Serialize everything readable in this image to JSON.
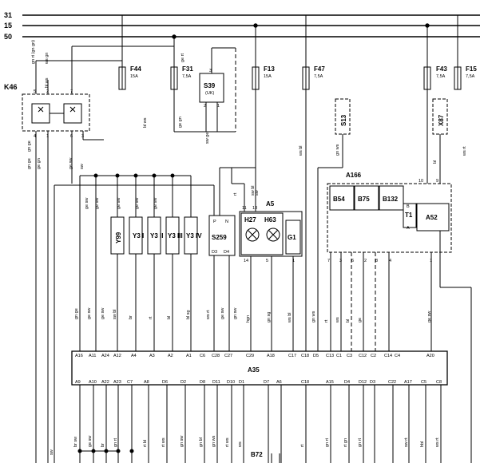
{
  "bus_labels": [
    "31",
    "15",
    "50"
  ],
  "fuses": [
    {
      "name": "F44",
      "rating": "15A"
    },
    {
      "name": "F31",
      "rating": "7,5A"
    },
    {
      "name": "F13",
      "rating": "15A"
    },
    {
      "name": "F47",
      "rating": "7,5A"
    },
    {
      "name": "F43",
      "rating": "7,5A"
    },
    {
      "name": "F15",
      "rating": "7,5A"
    }
  ],
  "components": {
    "k46": "K46",
    "s39": "S39",
    "s39_sub": "(UK)",
    "s13": "S13",
    "x87": "X87",
    "a166": "A166",
    "b54": "B54",
    "b75": "B75",
    "b132": "B132",
    "t1": "T1",
    "a52": "A52",
    "a5": "A5",
    "h27": "H27",
    "h63": "H63",
    "g1": "G1",
    "s259": "S259",
    "y99": "Y99",
    "y3_1": "Y3 I",
    "y3_2": "Y3 II",
    "y3_3": "Y3 III",
    "y3_4": "Y3 IV",
    "a35": "A35",
    "b72": "B72"
  },
  "a35_top_pins": [
    "A16",
    "A11",
    "A24",
    "A12",
    "A4",
    "A3",
    "A2",
    "A1",
    "C6",
    "C28",
    "C27",
    "C29",
    "A18",
    "C17",
    "C18",
    "D5",
    "C13",
    "C1",
    "C3",
    "C12",
    "C2",
    "C14",
    "C4",
    "A20"
  ],
  "a35_bottom_pins": [
    "A9",
    "A10",
    "A22",
    "A23",
    "C7",
    "A8",
    "D6",
    "D2",
    "D8",
    "D11",
    "D10",
    "D1",
    "D7",
    "A6",
    "C18",
    "A15",
    "D4",
    "D12",
    "D3",
    "C22",
    "A17",
    "C5",
    "C8"
  ],
  "wire_colors_upper": [
    "gn rt (gn gn)",
    "bl ws",
    "ws gn",
    "ge rt",
    "bl ws",
    "ge gn",
    "gn ge",
    "ge gn",
    "gn ge",
    "ge sw",
    "sw",
    "ws bl",
    "gn ws",
    "sw ge",
    "bl",
    "ws rt",
    "sw bl",
    "rt",
    "sw",
    "ge sw",
    "ge sw",
    "ge sw",
    "ge sw",
    "ge sw"
  ],
  "wire_colors_lower": [
    "gn ge",
    "ge sw",
    "ge sw",
    "sw bl",
    "br",
    "rt",
    "bl",
    "bl sg",
    "ws rt",
    "ge sw",
    "gn sw",
    "hgn",
    "gn sg",
    "ws bl",
    "gn ws",
    "rt",
    "ws",
    "bl",
    "ge",
    "ge sw"
  ],
  "wire_colors_bottom": [
    "sw",
    "br sw",
    "ge sw",
    "br",
    "gn rt",
    "rt bl",
    "rt ws",
    "gn sw",
    "gn bl",
    "gn ws",
    "rt ws",
    "ws",
    "rt",
    "gn rt",
    "rt gn",
    "gn rt",
    "sw rt",
    "hbl",
    "ws rt"
  ],
  "pin_numbers": [
    "5",
    "2",
    "7",
    "4",
    "1",
    "6",
    "3",
    "2",
    "1",
    "3",
    "2",
    "1",
    "1",
    "2",
    "10",
    "9",
    "11",
    "13",
    "14",
    "5",
    "7",
    "3",
    "6",
    "2",
    "8",
    "4",
    "1",
    "1",
    "P",
    "N",
    "D3",
    "D4",
    "B",
    "A",
    "1",
    "4"
  ]
}
